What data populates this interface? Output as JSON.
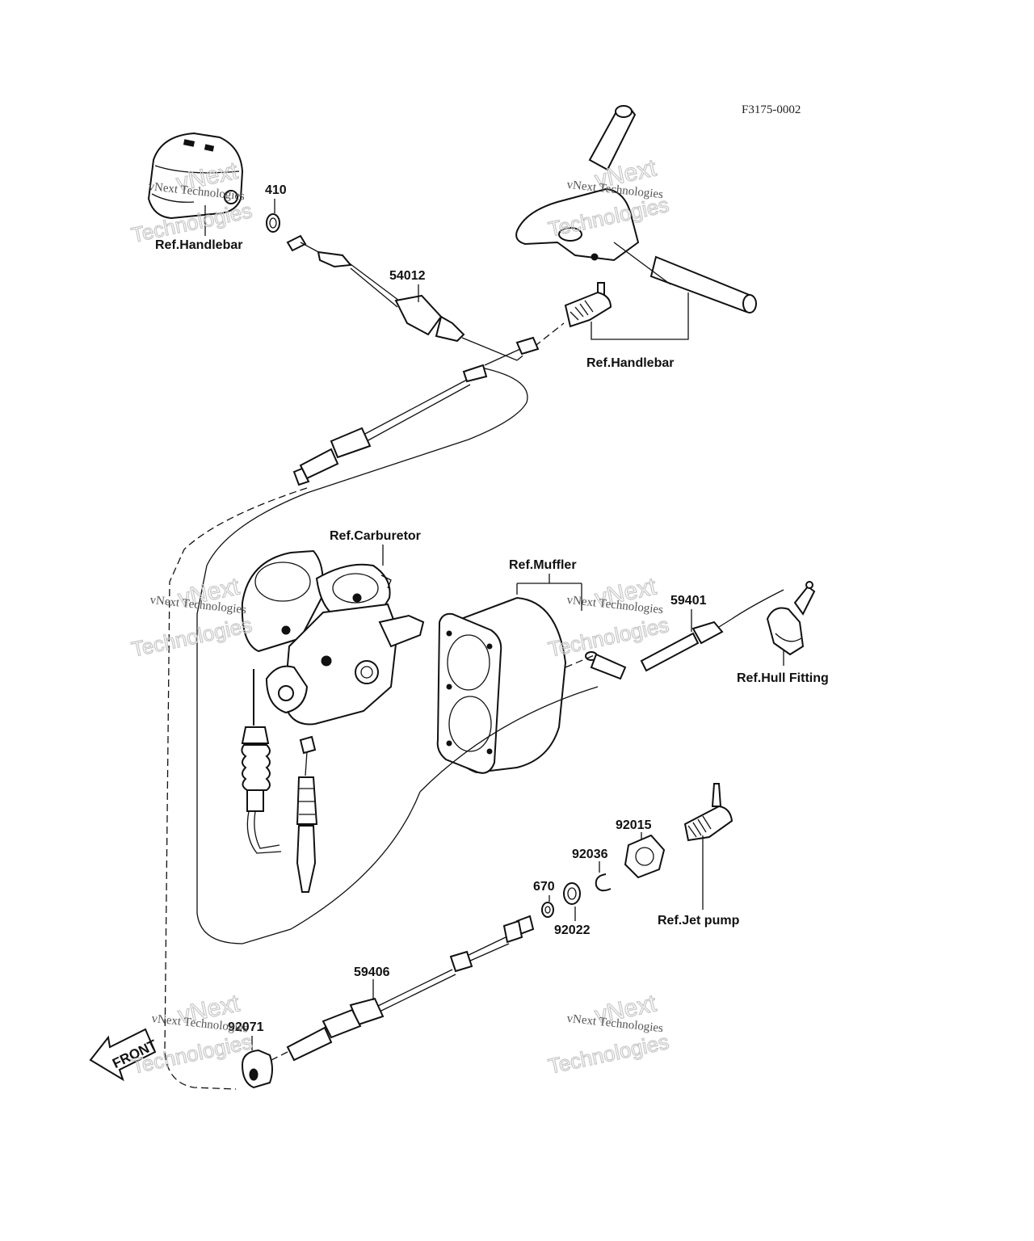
{
  "drawing": {
    "code": "F3175-0002",
    "front_label": "FRONT"
  },
  "parts": [
    {
      "number": "410"
    },
    {
      "number": "54012"
    },
    {
      "number": "59401"
    },
    {
      "number": "92015"
    },
    {
      "number": "92036"
    },
    {
      "number": "670"
    },
    {
      "number": "92022"
    },
    {
      "number": "59406"
    },
    {
      "number": "92071"
    }
  ],
  "references": [
    {
      "label": "Ref.Handlebar"
    },
    {
      "label": "Ref.Handlebar"
    },
    {
      "label": "Ref.Carburetor"
    },
    {
      "label": "Ref.Muffler"
    },
    {
      "label": "Ref.Hull Fitting"
    },
    {
      "label": "Ref.Jet pump"
    }
  ],
  "watermark": {
    "line1": "vNext Technologies",
    "line2": "vNext",
    "line3": "Technologies"
  }
}
